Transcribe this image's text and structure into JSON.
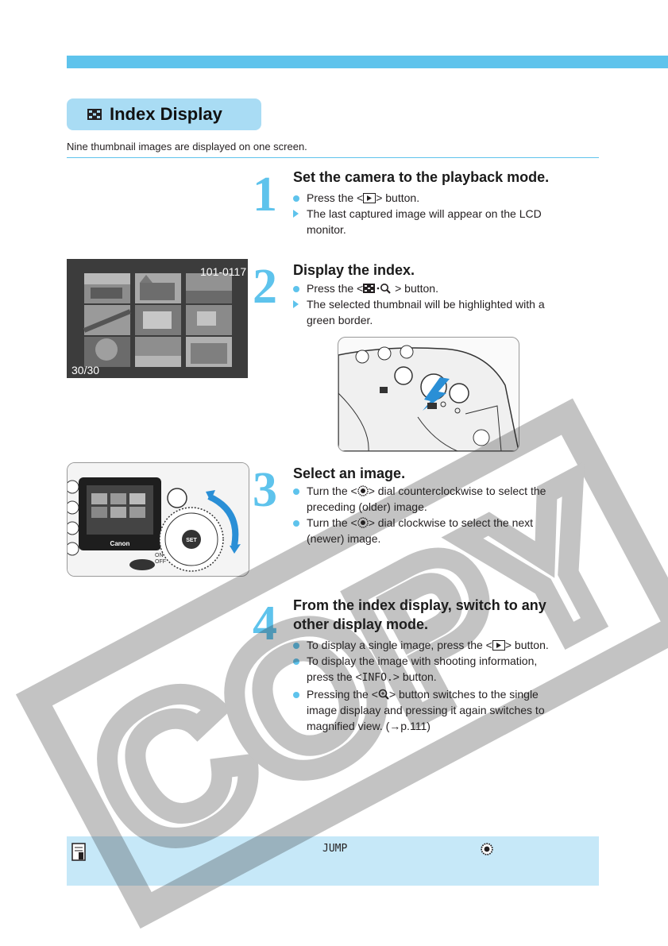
{
  "section_title": "Index Display",
  "intro": "Nine thumbnail images are displayed on one screen.",
  "steps": [
    {
      "number": "1",
      "heading": "Set the camera to the playback mode.",
      "items": [
        {
          "pre": "Press the <",
          "post": "> button."
        },
        {
          "line1": "The last captured image will appear on the LCD",
          "line2": "monitor."
        }
      ]
    },
    {
      "number": "2",
      "heading": "Display the index.",
      "items": [
        {
          "pre": "Press the <",
          "post": " > button."
        },
        {
          "line1": "The selected thumbnail will be highlighted with a",
          "line2": "green border."
        }
      ]
    },
    {
      "number": "3",
      "heading": "Select an image.",
      "items": [
        {
          "pre": "Turn the <",
          "post": "> dial counterclockwise to select the",
          "line2": "preceding (older) image."
        },
        {
          "pre": "Turn the <",
          "post": "> dial clockwise to select the next",
          "line2": "(newer) image."
        }
      ]
    },
    {
      "number": "4",
      "heading_line1": "From the index display, switch to any",
      "heading_line2": "other display mode.",
      "items": [
        {
          "pre": "To display a single image, press the <",
          "post": "> button."
        },
        {
          "line1": "To display the image with shooting information,",
          "pre": "press the <",
          "key": "INFO.",
          "post": "> button."
        },
        {
          "pre": "Pressing the <",
          "post": "> button switches to the single",
          "line2": "image displaay and pressing it again switches to",
          "line3": "magnified view. (→p.111)"
        }
      ]
    }
  ],
  "lcd_index": {
    "file_no": "101-0117",
    "counter": "30/30"
  },
  "camera_labels": {
    "brand": "Canon",
    "set": "SET",
    "on": "ON",
    "off": "OFF"
  },
  "note": {
    "jump_label": "JUMP"
  },
  "watermark": "COPY",
  "colors": {
    "accent": "#5ec3ec",
    "pill": "#a9dcf4",
    "note_bg": "#c6e8f8"
  }
}
